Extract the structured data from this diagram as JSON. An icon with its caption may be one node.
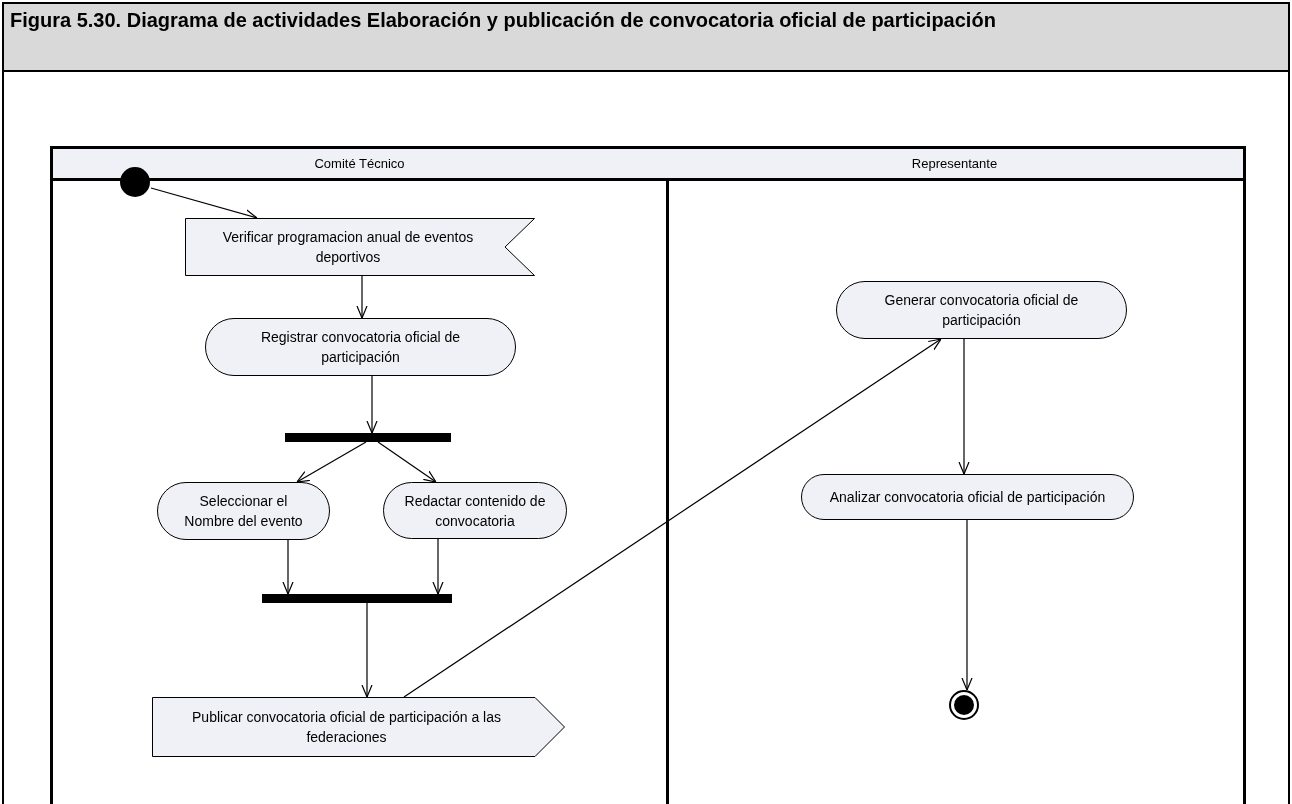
{
  "diagram": {
    "title": "Figura 5.30. Diagrama de actividades Elaboración y publicación de convocatoria oficial de participación",
    "nodes": [
      {
        "text": [
          "Comité Técnico"
        ]
      },
      {
        "text": [
          "Representante"
        ]
      },
      {
        "text": [],
        "shape": "circle",
        "in": 0
      },
      {
        "text": [
          "Verificar programacion anual de eventos deportivos"
        ],
        "in": 0
      },
      {
        "text": [
          "Registrar convocatoria oficial de participación"
        ],
        "in": 0
      },
      {
        "text": [],
        "shape": "bar",
        "in": 0
      },
      {
        "text": [
          "Seleccionar el Nombre del evento"
        ],
        "in": 0
      },
      {
        "text": [
          "Redactar contenido de convocatoria"
        ],
        "in": 0
      },
      {
        "text": [],
        "shape": "bar",
        "in": 0
      },
      {
        "text": [
          "Publicar convocatoria oficial de participación a las federaciones"
        ],
        "in": 0
      },
      {
        "text": [
          "Generar convocatoria oficial de participación"
        ],
        "in": 1
      },
      {
        "text": [
          "Analizar convocatoria oficial de participación"
        ],
        "in": 1
      },
      {
        "text": [],
        "shape": "circle",
        "in": 1
      }
    ],
    "edges": [
      {
        "from": 2,
        "to": 3,
        "arrow": "to"
      },
      {
        "from": 3,
        "to": 4,
        "arrow": "to"
      },
      {
        "from": 4,
        "to": 5,
        "arrow": "to"
      },
      {
        "from": 5,
        "to": 6,
        "arrow": "to"
      },
      {
        "from": 5,
        "to": 7,
        "arrow": "to"
      },
      {
        "from": 6,
        "to": 8,
        "arrow": "to"
      },
      {
        "from": 7,
        "to": 8,
        "arrow": "to"
      },
      {
        "from": 8,
        "to": 9,
        "arrow": "to"
      },
      {
        "from": 9,
        "to": 10,
        "arrow": "to"
      },
      {
        "from": 10,
        "to": 11,
        "arrow": "to"
      },
      {
        "from": 11,
        "to": 12,
        "arrow": "to"
      }
    ]
  }
}
